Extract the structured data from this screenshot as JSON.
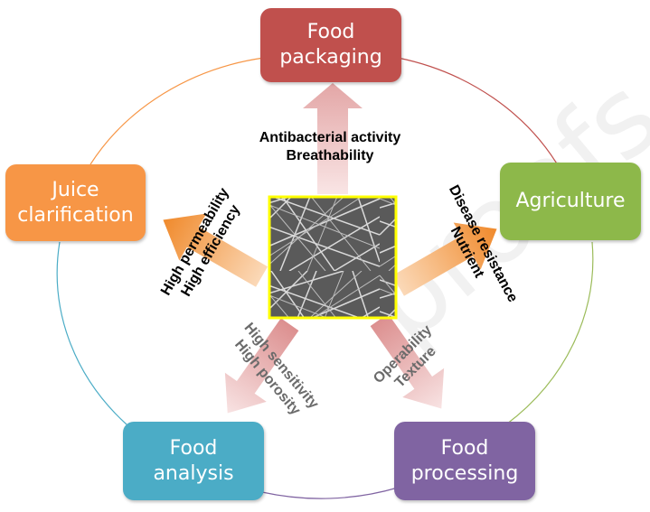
{
  "nodes": {
    "food_packaging": "Food\npackaging",
    "agriculture": "Agriculture",
    "food_processing": "Food\nprocessing",
    "food_analysis": "Food\nanalysis",
    "juice_clarification": "Juice\nclarification"
  },
  "properties": {
    "packaging": "Antibacterial activity\nBreathability",
    "agriculture": "Disease resistance\nNutrient",
    "processing": "Operability\nTexture",
    "analysis": "High sensitivity\nHigh porosity",
    "juice": "High permeability\nHigh efficiency"
  },
  "watermark": "proofs",
  "colors": {
    "food_packaging": "#c0504d",
    "agriculture": "#8db84a",
    "food_processing": "#8064a2",
    "food_analysis": "#4bacc6",
    "juice_clarification": "#f79646",
    "center_border": "#ffff00"
  }
}
